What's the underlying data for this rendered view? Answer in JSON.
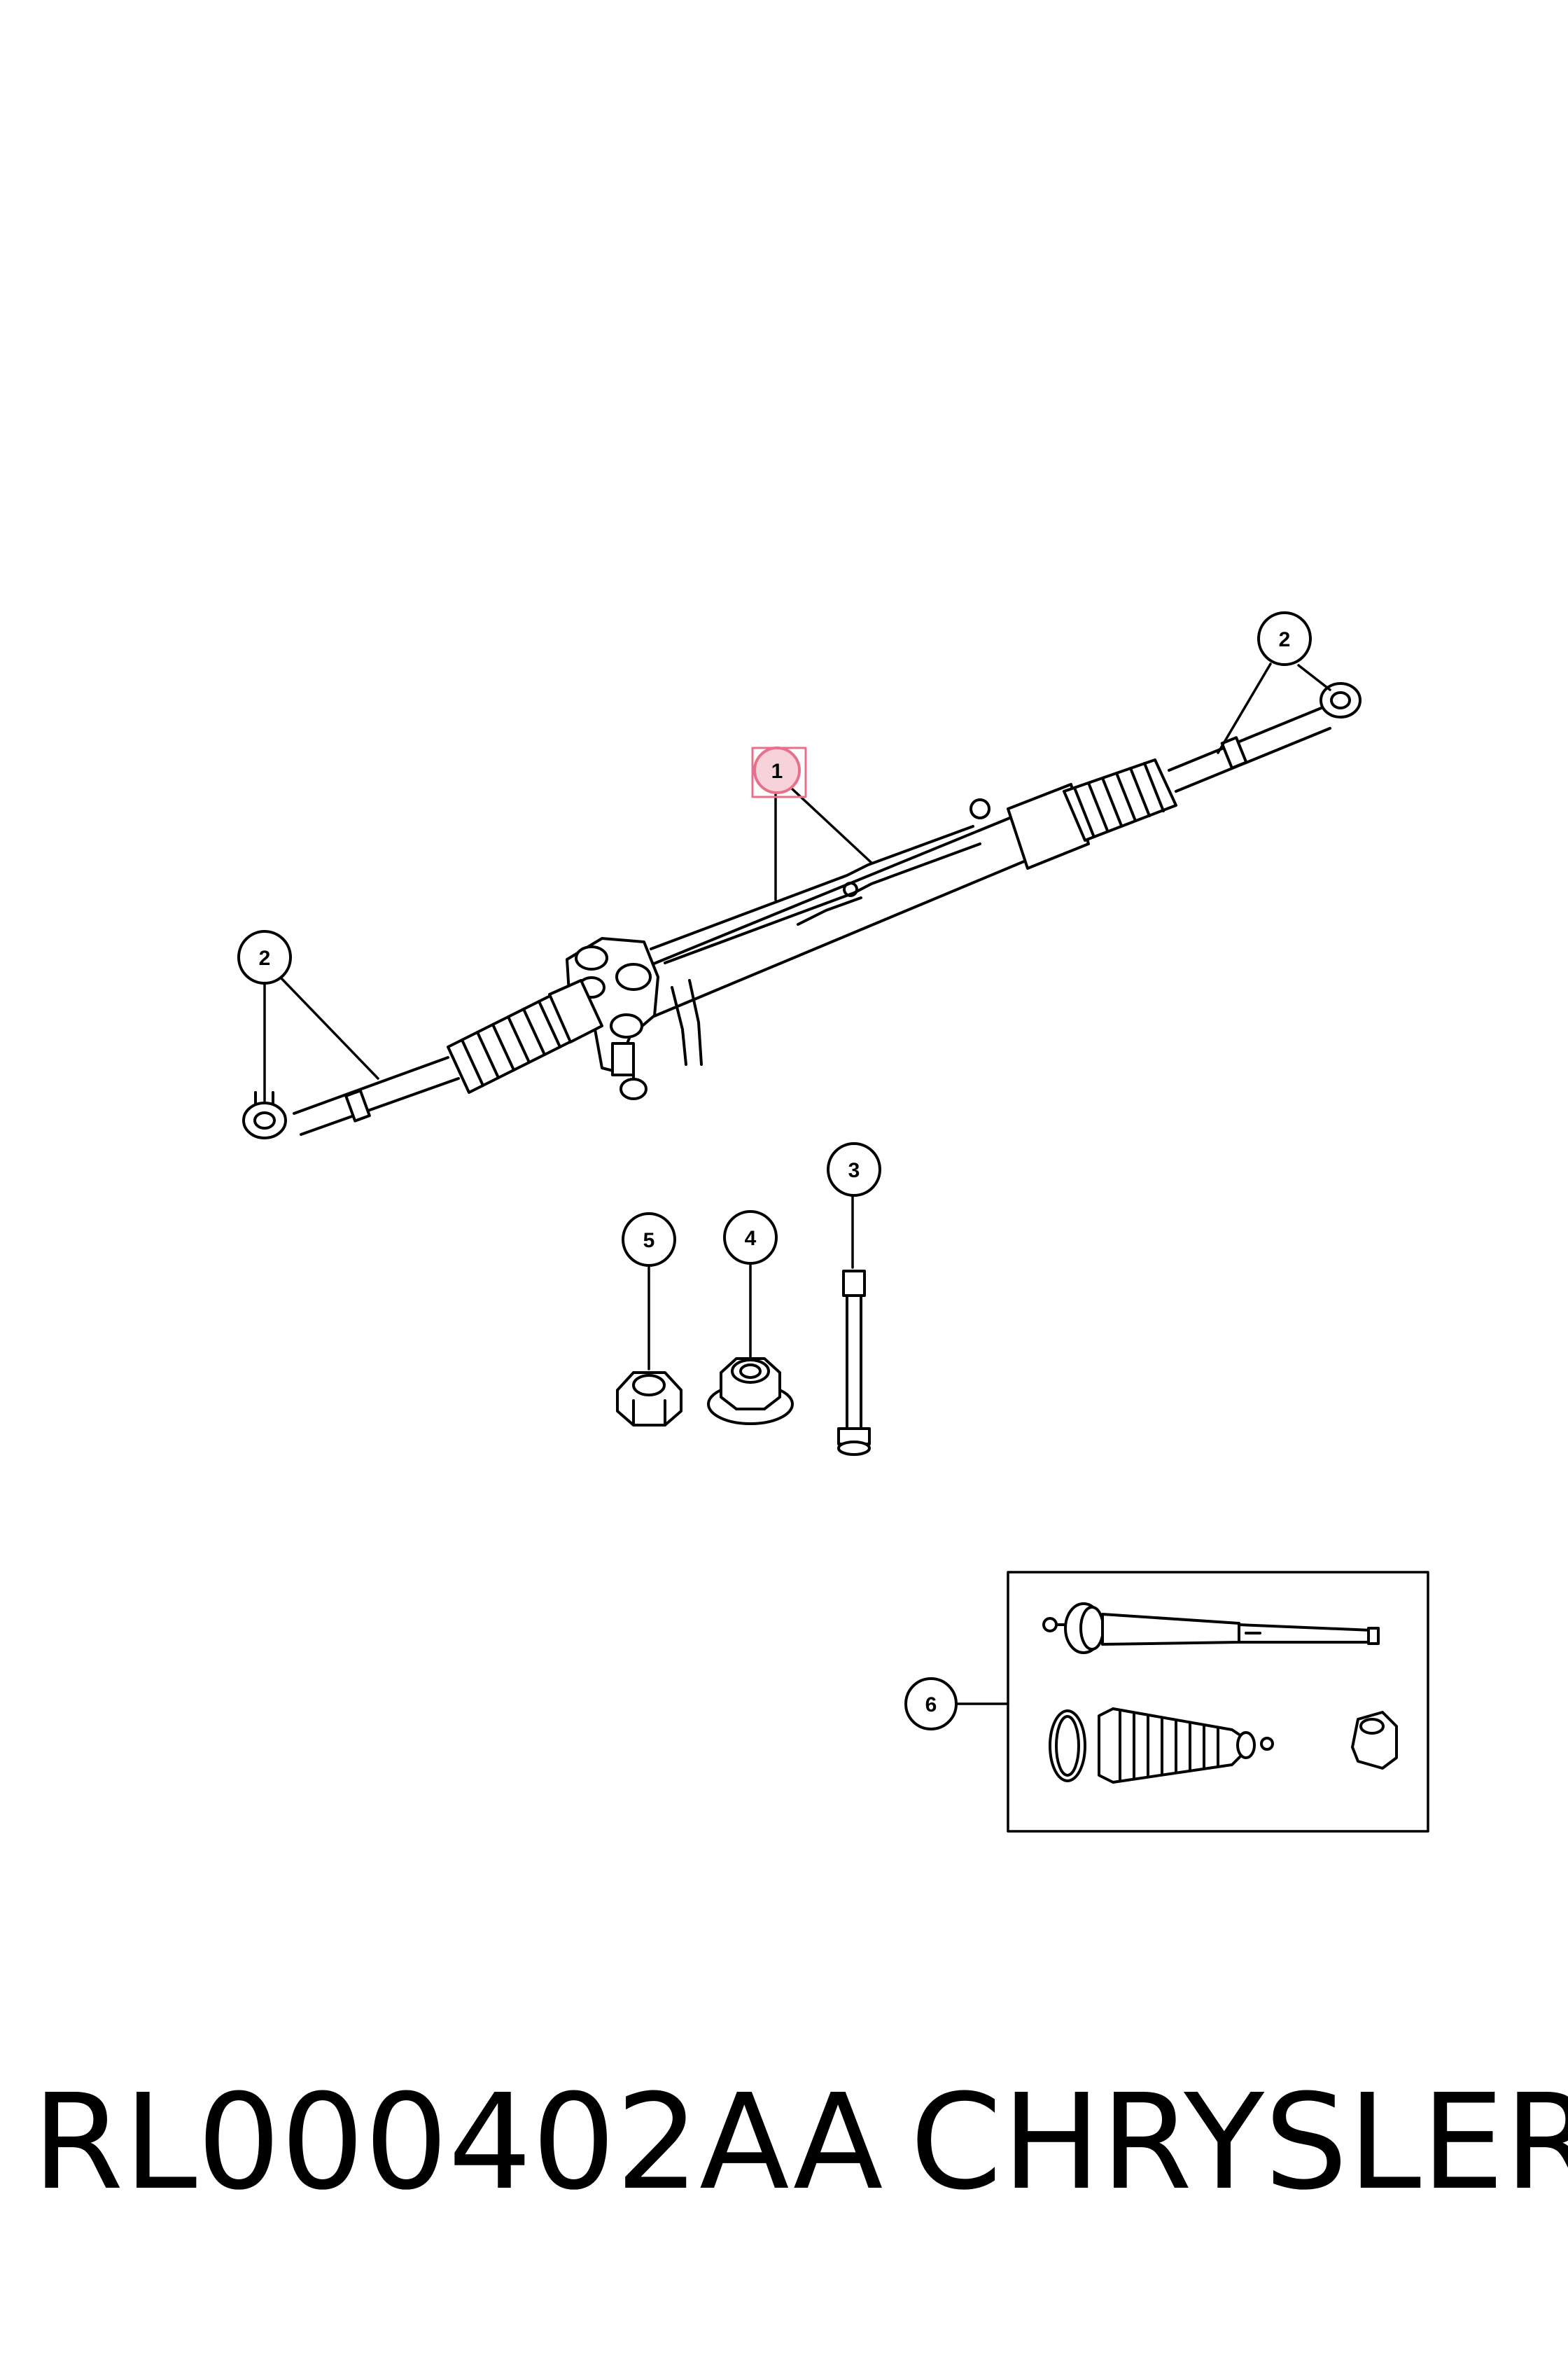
{
  "callouts": {
    "c1": "1",
    "c2a": "2",
    "c2b": "2",
    "c3": "3",
    "c4": "4",
    "c5": "5",
    "c6": "6"
  },
  "footer": {
    "part_number": "RL000402AA",
    "brand": "CHRYSLER"
  },
  "colors": {
    "highlight_fill": "#f7d2da",
    "highlight_stroke": "#e8708a",
    "line": "#000000"
  }
}
